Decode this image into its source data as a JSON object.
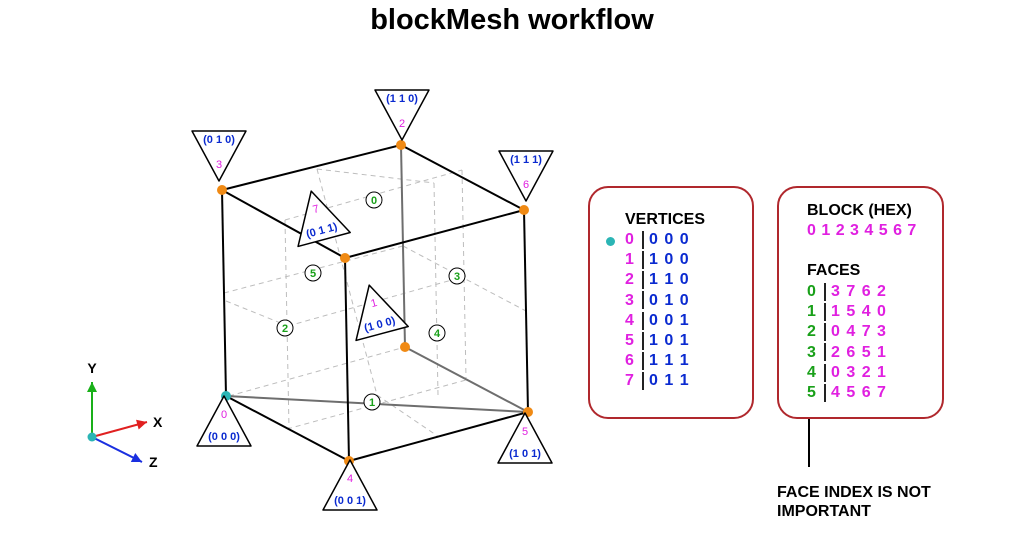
{
  "title": "blockMesh workflow",
  "vertices": [
    {
      "index": "0",
      "coords": "(0 0 0)",
      "label": "0 0 0"
    },
    {
      "index": "1",
      "coords": "(1 0 0)",
      "label": "1 0 0"
    },
    {
      "index": "2",
      "coords": "(1 1 0)",
      "label": "1 1 0"
    },
    {
      "index": "3",
      "coords": "(0 1 0)",
      "label": "0 1 0"
    },
    {
      "index": "4",
      "coords": "(0 0 1)",
      "label": "0 0 1"
    },
    {
      "index": "5",
      "coords": "(1 0 1)",
      "label": "1 0 1"
    },
    {
      "index": "6",
      "coords": "(1 1 1)",
      "label": "1 1 1"
    },
    {
      "index": "7",
      "coords": "(0 1 1)",
      "label": "0 1 1"
    }
  ],
  "faces": [
    {
      "index": "0",
      "verts": "3 7 6 2"
    },
    {
      "index": "1",
      "verts": "1 5 4 0"
    },
    {
      "index": "2",
      "verts": "0 4 7 3"
    },
    {
      "index": "3",
      "verts": "2 6 5 1"
    },
    {
      "index": "4",
      "verts": "0 3 2 1"
    },
    {
      "index": "5",
      "verts": "4 5 6 7"
    }
  ],
  "face_markers": [
    "0",
    "1",
    "2",
    "3",
    "4",
    "5"
  ],
  "vertices_heading": "VERTICES",
  "block_heading": "BLOCK (HEX)",
  "block_order": "0 1 2 3 4 5 6 7",
  "faces_heading": "FACES",
  "axes": {
    "x": "X",
    "y": "Y",
    "z": "Z"
  },
  "note": "FACE INDEX IS NOT IMPORTANT",
  "colors": {
    "magenta": "#e020e0",
    "blue": "#0a2ad0",
    "green": "#19a019",
    "orange": "#f08a14",
    "teal": "#2bb5b5",
    "frame": "#b0282d"
  }
}
